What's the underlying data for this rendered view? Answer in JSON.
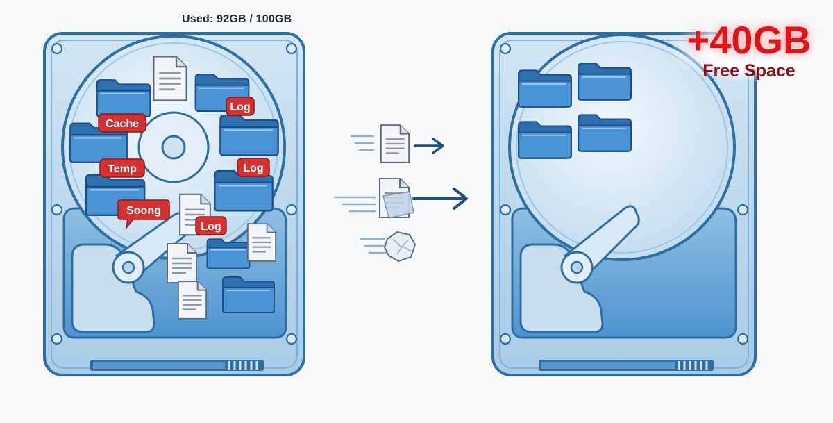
{
  "left_drive": {
    "usage_label": "Used: 92GB / 100GB",
    "tags": [
      "Cache",
      "Log",
      "Temp",
      "Log",
      "Soong",
      "Log"
    ]
  },
  "right_drive": {
    "gain_amount": "+40GB",
    "gain_caption": "Free Space"
  },
  "colors": {
    "drive_body": "#bcd9ee",
    "drive_outline": "#2d6fa3",
    "folder_blue": "#3f86c9",
    "tag_red": "#d23331",
    "gain_red": "#e0141b",
    "arrow": "#1f4f7c"
  },
  "icons": [
    "hard-drive-icon",
    "folder-icon",
    "document-icon",
    "arrow-right-icon",
    "crumpled-paper-icon"
  ]
}
